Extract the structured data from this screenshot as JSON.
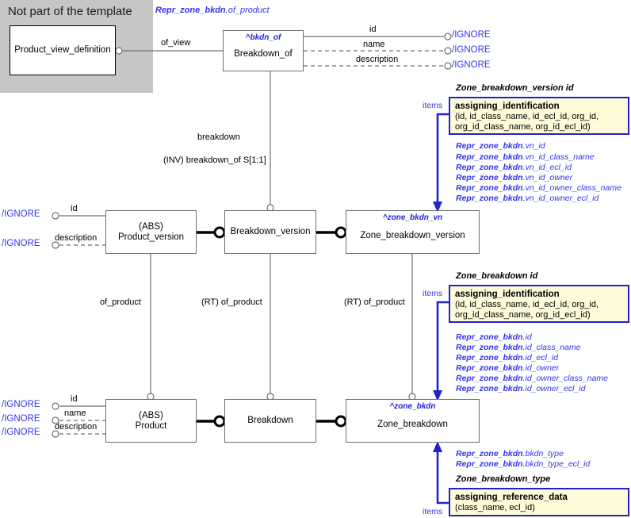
{
  "panel": {
    "title": "Not part of the template"
  },
  "top_label": {
    "bold": "Repr_zone_bkdn",
    "rest": ".of_product"
  },
  "entities": {
    "product_view_definition": {
      "name": "Product_view_definition",
      "sup": ""
    },
    "breakdown_of": {
      "name": "Breakdown_of",
      "sup": "^bkdn_of"
    },
    "product_version": {
      "name": "(ABS)\nProduct_version",
      "line1": "(ABS)",
      "line2": "Product_version",
      "sup": ""
    },
    "breakdown_version": {
      "name": "Breakdown_version",
      "sup": ""
    },
    "zone_breakdown_version": {
      "name": "Zone_breakdown_version",
      "sup": "^zone_bkdn_vn"
    },
    "product": {
      "line1": "(ABS)",
      "line2": "Product",
      "sup": ""
    },
    "breakdown": {
      "name": "Breakdown",
      "sup": ""
    },
    "zone_breakdown": {
      "name": "Zone_breakdown",
      "sup": "^zone_bkdn"
    }
  },
  "relations": {
    "of_view": "of_view",
    "breakdown": "breakdown",
    "inv_breakdown_of": "(INV) breakdown_of S[1:1]",
    "of_product": "of_product",
    "rt_of_product_1": "(RT) of_product",
    "rt_of_product_2": "(RT) of_product"
  },
  "attributes": {
    "bkdn_of_id": "id",
    "bkdn_of_name": "name",
    "bkdn_of_description": "description",
    "pv_id": "id",
    "pv_description": "description",
    "p_id": "id",
    "p_name": "name",
    "p_description": "description"
  },
  "ignore_label": "/IGNORE",
  "callouts": {
    "zone_breakdown_version_id": {
      "title": "Zone_breakdown_version id",
      "items_label": "items",
      "box_title": "assigning_identification",
      "box_attrs_line1": "(id, id_class_name, id_ecl_id, org_id,",
      "box_attrs_line2": "org_id_class_name, org_id_ecl_id)",
      "mappings": [
        {
          "bold": "Repr_zone_bkdn",
          "rest": ".vn_id"
        },
        {
          "bold": "Repr_zone_bkdn",
          "rest": ".vn_id_class_name"
        },
        {
          "bold": "Repr_zone_bkdn",
          "rest": ".vn_id_ecl_id"
        },
        {
          "bold": "Repr_zone_bkdn",
          "rest": ".vn_id_owner"
        },
        {
          "bold": "Repr_zone_bkdn",
          "rest": ".vn_id_owner_class_name"
        },
        {
          "bold": "Repr_zone_bkdn",
          "rest": ".vn_id_owner_ecl_id"
        }
      ]
    },
    "zone_breakdown_id": {
      "title": "Zone_breakdown id",
      "items_label": "items",
      "box_title": "assigning_identification",
      "box_attrs_line1": "(id, id_class_name, id_ecl_id, org_id,",
      "box_attrs_line2": "org_id_class_name, org_id_ecl_id)",
      "mappings": [
        {
          "bold": "Repr_zone_bkdn",
          "rest": ".id"
        },
        {
          "bold": "Repr_zone_bkdn",
          "rest": ".id_class_name"
        },
        {
          "bold": "Repr_zone_bkdn",
          "rest": ".id_ecl_id"
        },
        {
          "bold": "Repr_zone_bkdn",
          "rest": ".id_owner"
        },
        {
          "bold": "Repr_zone_bkdn",
          "rest": ".id_owner_class_name"
        },
        {
          "bold": "Repr_zone_bkdn",
          "rest": ".id_owner_ecl_id"
        }
      ]
    },
    "zone_breakdown_type": {
      "title": "Zone_breakdown_type",
      "items_label": "items",
      "box_title": "assigning_reference_data",
      "box_attrs_line1": "(class_name, ecl_id)",
      "mappings": [
        {
          "bold": "Repr_zone_bkdn",
          "rest": ".bkdn_type"
        },
        {
          "bold": "Repr_zone_bkdn",
          "rest": ".bkdn_type_ecl_id"
        }
      ]
    }
  },
  "colors": {
    "blue": "#3333ee",
    "callout_border": "#2222cc",
    "callout_fill": "#fdfbd8",
    "panel_gray": "#c6c6c6",
    "line": "#6f6f6f"
  }
}
